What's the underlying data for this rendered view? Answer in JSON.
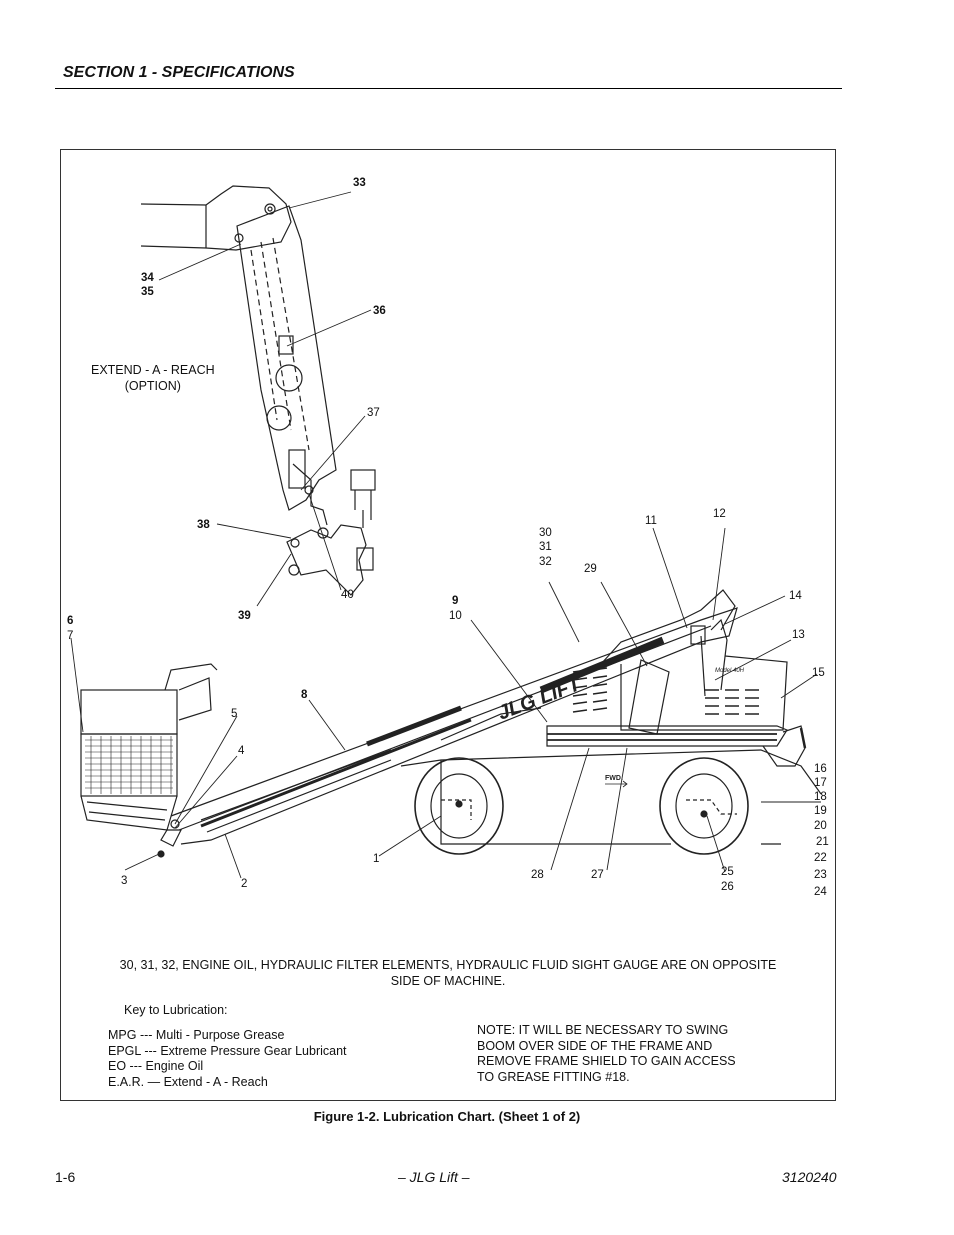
{
  "header": {
    "section_title": "SECTION 1 - SPECIFICATIONS"
  },
  "figure": {
    "option_label": [
      "EXTEND - A - REACH",
      "(OPTION)"
    ],
    "callouts": [
      {
        "text": "33",
        "bold": true
      },
      {
        "text": "34",
        "bold": true
      },
      {
        "text": "35",
        "bold": true
      },
      {
        "text": "36",
        "bold": true
      },
      {
        "text": "37",
        "bold": false
      },
      {
        "text": "38",
        "bold": true
      },
      {
        "text": "39",
        "bold": true
      },
      {
        "text": "40",
        "bold": false
      },
      {
        "text": "6",
        "bold": true
      },
      {
        "text": "7",
        "bold": false
      },
      {
        "text": "5",
        "bold": false
      },
      {
        "text": "4",
        "bold": false
      },
      {
        "text": "3",
        "bold": false
      },
      {
        "text": "2",
        "bold": false
      },
      {
        "text": "8",
        "bold": true
      },
      {
        "text": "9",
        "bold": true
      },
      {
        "text": "10",
        "bold": false
      },
      {
        "text": "30",
        "bold": false
      },
      {
        "text": "31",
        "bold": false
      },
      {
        "text": "32",
        "bold": false
      },
      {
        "text": "29",
        "bold": false
      },
      {
        "text": "11",
        "bold": false
      },
      {
        "text": "12",
        "bold": false
      },
      {
        "text": "14",
        "bold": false
      },
      {
        "text": "13",
        "bold": false
      },
      {
        "text": "15",
        "bold": false
      },
      {
        "text": "16",
        "bold": false
      },
      {
        "text": "17",
        "bold": false
      },
      {
        "text": "18",
        "bold": false
      },
      {
        "text": "19",
        "bold": false
      },
      {
        "text": "20",
        "bold": false
      },
      {
        "text": "21",
        "bold": false
      },
      {
        "text": "22",
        "bold": false
      },
      {
        "text": "23",
        "bold": false
      },
      {
        "text": "24",
        "bold": false
      },
      {
        "text": "1",
        "bold": false
      },
      {
        "text": "28",
        "bold": false
      },
      {
        "text": "27",
        "bold": false
      },
      {
        "text": "25",
        "bold": false
      },
      {
        "text": "26",
        "bold": false
      }
    ],
    "machine_text": {
      "brand": "JLG LIFT",
      "model": "Model 40H",
      "forward": "FWD."
    },
    "opposite_side_note": [
      "30, 31, 32, ENGINE OIL, HYDRAULIC FILTER ELEMENTS, HYDRAULIC FLUID SIGHT GAUGE ARE ON OPPOSITE",
      "SIDE OF MACHINE."
    ],
    "key_title": "Key to Lubrication:",
    "key_items": [
      "MPG --- Multi - Purpose Grease",
      "EPGL --- Extreme Pressure Gear Lubricant",
      "EO --- Engine Oil",
      "E.A.R. — Extend - A - Reach"
    ],
    "access_note": [
      "NOTE:  IT WILL BE NECESSARY TO SWING",
      "BOOM OVER SIDE OF THE FRAME AND",
      "REMOVE FRAME SHIELD TO GAIN ACCESS",
      "TO GREASE FITTING #18."
    ]
  },
  "caption": "Figure 1-2.  Lubrication Chart. (Sheet 1 of 2)",
  "footer": {
    "page_number": "1-6",
    "brand": "– JLG Lift –",
    "doc_number": "3120240"
  }
}
